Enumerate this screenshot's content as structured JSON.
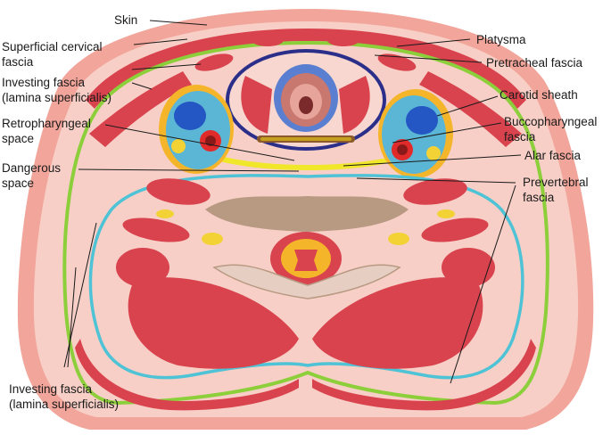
{
  "labels": {
    "skin": "Skin",
    "superficial_cervical_fascia": "Superficial cervical\nfascia",
    "investing_fascia_top": "Investing fascia\n(lamina superficialis)",
    "retropharyngeal_space": "Retropharyngeal\nspace",
    "dangerous_space": "Dangerous\nspace",
    "investing_fascia_bottom": "Investing fascia\n(lamina superficialis)",
    "platysma": "Platysma",
    "pretracheal_fascia": "Pretracheal fascia",
    "carotid_sheath": "Carotid sheath",
    "buccopharyngeal_fascia": "Buccopharyngeal\nfascia",
    "alar_fascia": "Alar fascia",
    "prevertebral_fascia": "Prevertebral\nfascia"
  },
  "colors": {
    "skin": "#f2a59a",
    "subcutis": "#f7cfc6",
    "muscle": "#d9434e",
    "muscle_light": "#ee8b8b",
    "investing_fascia": "#8ccf3a",
    "pretracheal_fascia": "#2b2f8a",
    "carotid_sheath": "#f5b52a",
    "prevertebral_fascia": "#4fc3d6",
    "alar_fascia": "#f0e62a",
    "vein": "#2456c4",
    "artery": "#e12a2a",
    "bone": "#b89a83",
    "fat": "#f2d234"
  }
}
